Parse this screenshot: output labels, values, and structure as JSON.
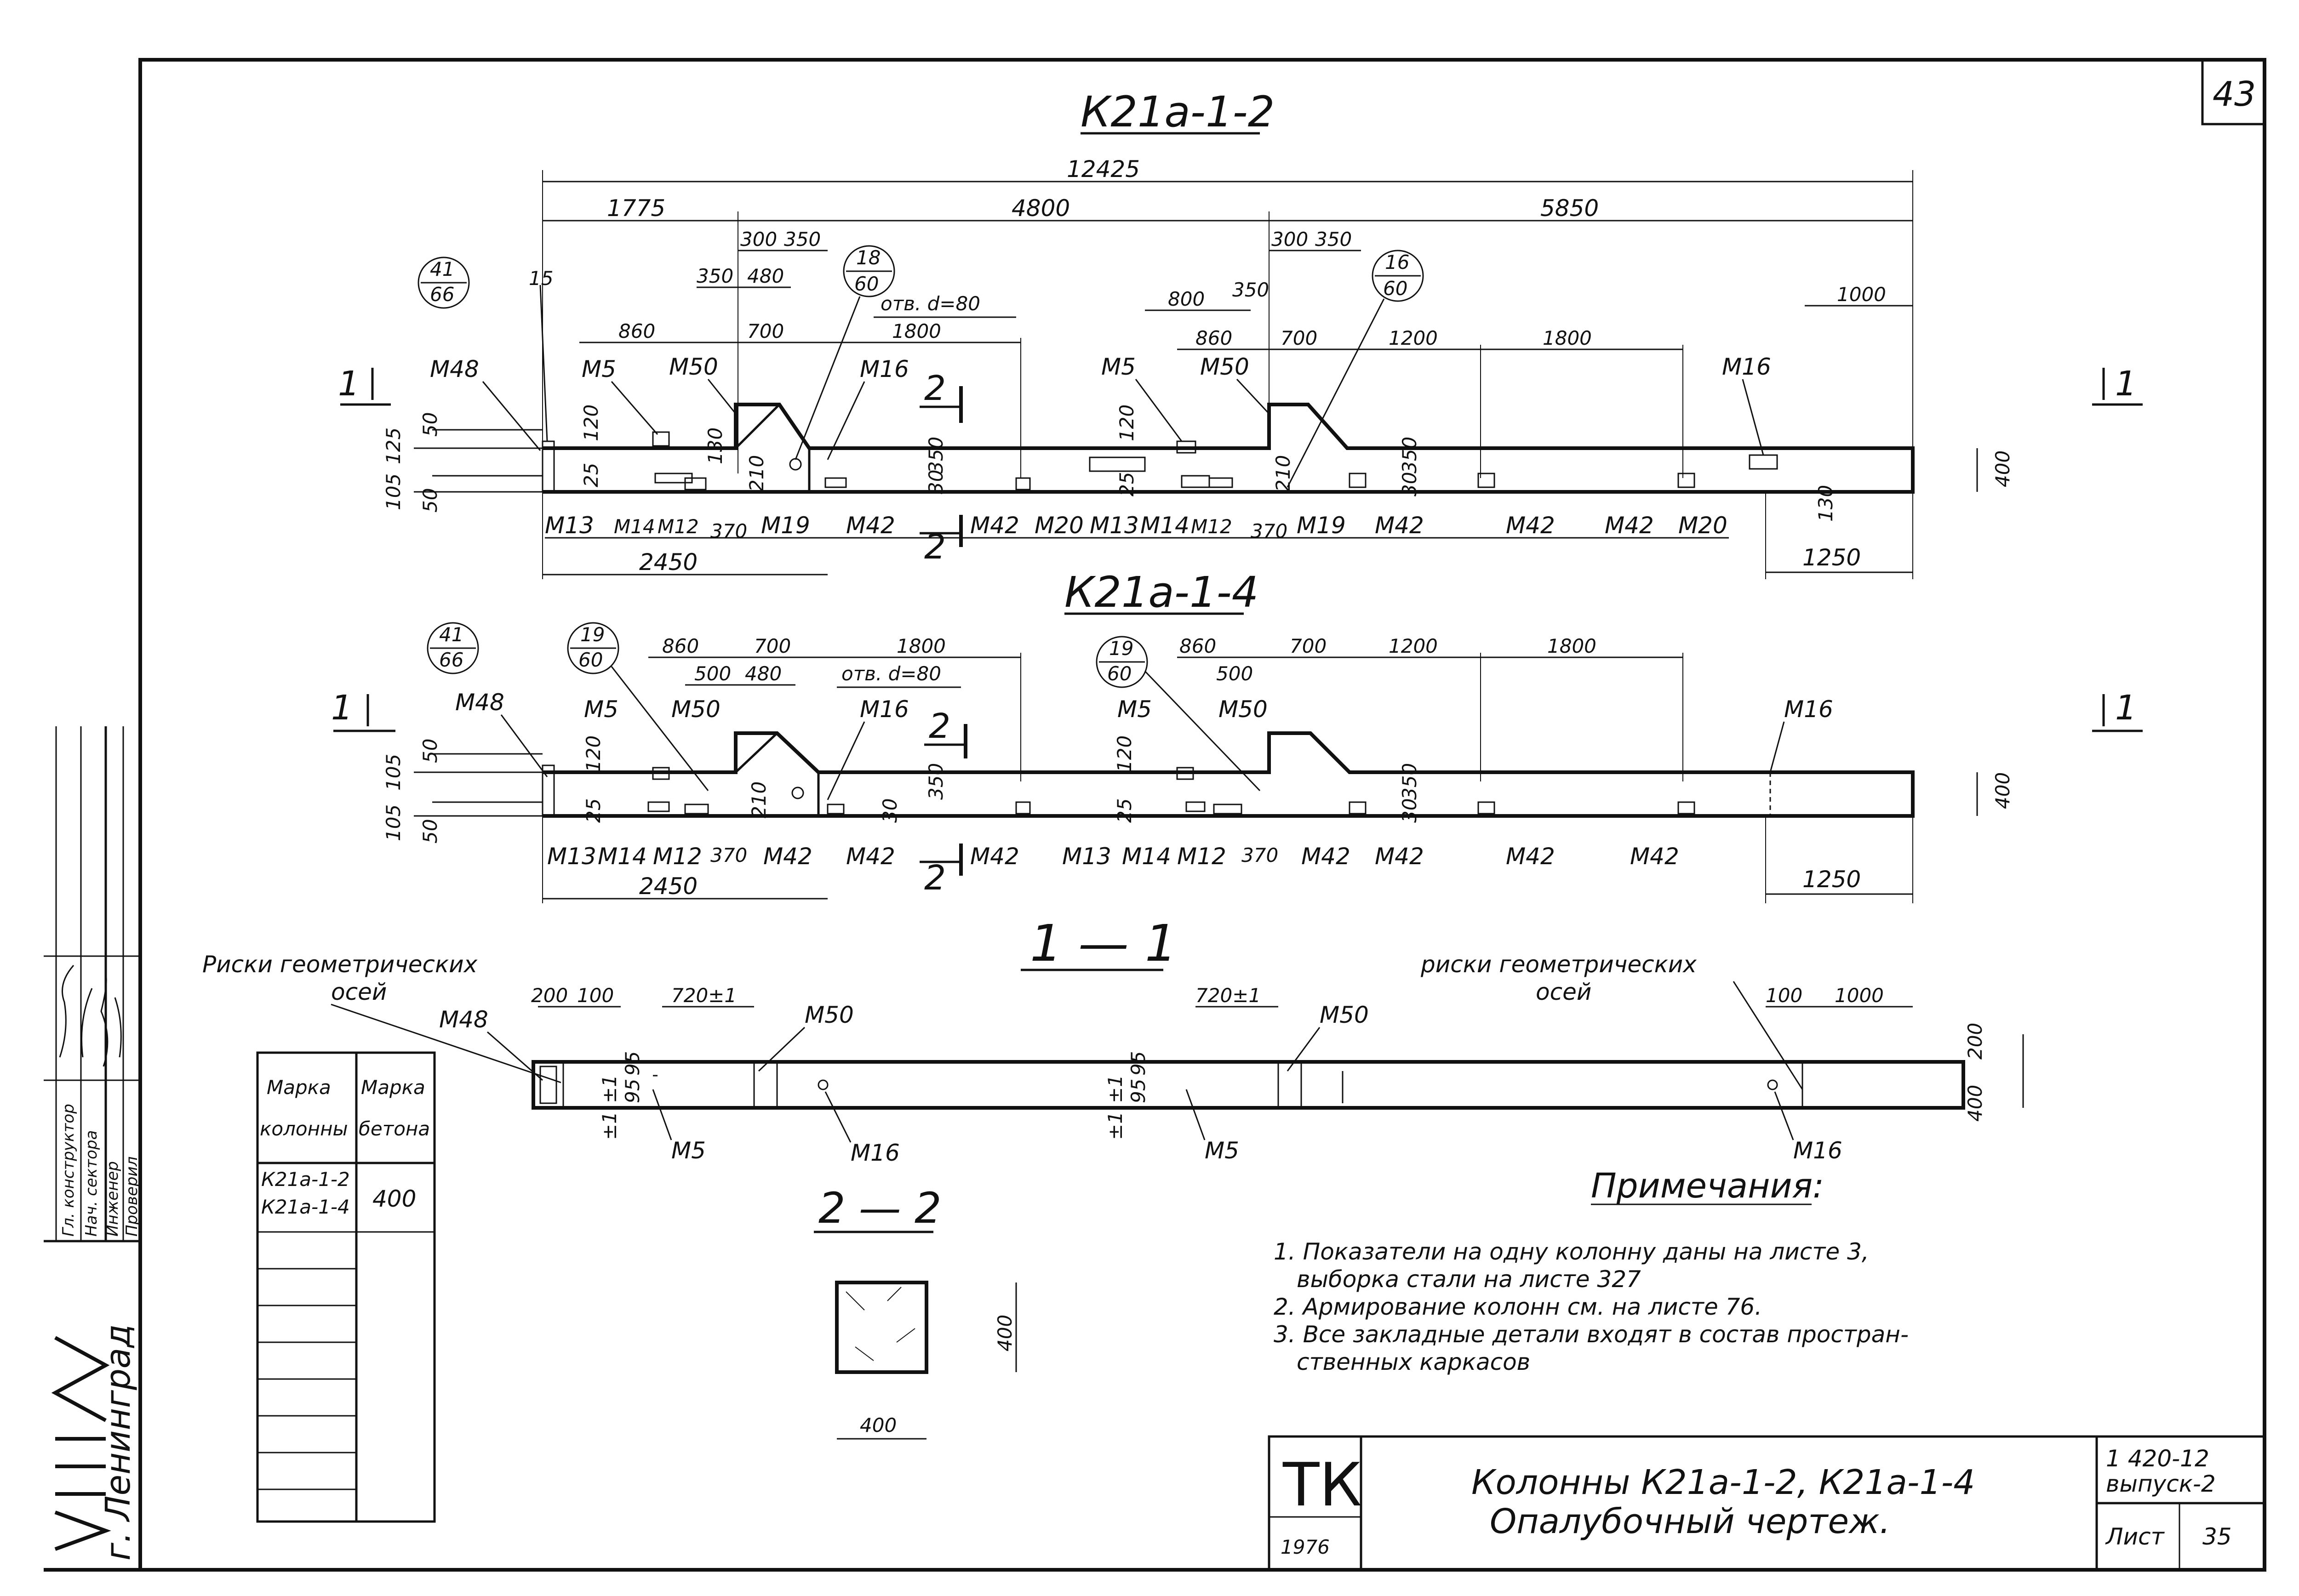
{
  "sheet": {
    "page_number": "43",
    "drawing_title": "Колонны К21а-1-2, К21а-1-4",
    "drawing_subtitle": "Опалубочный чертеж.",
    "tk_mark": "ТК",
    "year": "1976",
    "doc_code_1": "1 420-12",
    "doc_code_2": "выпуск-2",
    "list_label": "Лист",
    "list_number": "35",
    "org_logo": "ЛПИ",
    "city": "г. Ленинград"
  },
  "stamp": {
    "roles": [
      "Гл. конструктор",
      "Нач. сектора",
      "Инженер",
      "Проверил"
    ],
    "names": [
      "",
      "",
      "",
      ""
    ]
  },
  "view_a": {
    "title": "К21а-1-2",
    "total": "12425",
    "seg_1775": "1775",
    "seg_4800": "4800",
    "seg_5850": "5850",
    "d300a": "300",
    "d350a": "350",
    "d350b": "350",
    "d480": "480",
    "d860a": "860",
    "d700a": "700",
    "d1800a": "1800",
    "hole": "отв. d=80",
    "d800": "800",
    "d350c": "350",
    "d860b": "860",
    "d700b": "700",
    "d300b": "300",
    "d350d": "350",
    "d1200": "1200",
    "d1800b": "1800",
    "d1000": "1000",
    "d2450": "2450",
    "d1250": "1250",
    "d15": "15",
    "d125": "125",
    "d105": "105",
    "d50a": "50",
    "d50b": "50",
    "d120a": "120",
    "d120b": "120",
    "d25a": "25",
    "d25b": "25",
    "d130a": "130",
    "d130b": "130",
    "d210a": "210",
    "d210b": "210",
    "d350e": "350",
    "d350f": "350",
    "d30a": "30",
    "d30b": "30",
    "d370a": "370",
    "d370b": "370",
    "d400": "400",
    "circle1_top": "41",
    "circle1_bot": "66",
    "circle2_top": "18",
    "circle2_bot": "60",
    "circle3_top": "16",
    "circle3_bot": "60",
    "sec_mark": "1",
    "sec2_mark": "2",
    "m48": "М48",
    "m5a": "М5",
    "m50a": "М50",
    "m16a": "М16",
    "m5b": "М5",
    "m50b": "М50",
    "m16b": "М16",
    "m13a": "М13",
    "m14a": "М14",
    "m12a": "М12",
    "m19a": "М19",
    "m42a": "М42",
    "m42b": "М42",
    "m20a": "М20",
    "m13b": "М13",
    "m14b": "М14",
    "m12b": "М12",
    "m19b": "М19",
    "m42c": "М42",
    "m42d": "М42",
    "m42e": "М42",
    "m20b": "М20"
  },
  "view_b": {
    "title": "К21а-1-4",
    "circle1_top": "41",
    "circle1_bot": "66",
    "circle2_top": "19",
    "circle2_bot": "60",
    "circle3_top": "19",
    "circle3_bot": "60",
    "d860a": "860",
    "d700a": "700",
    "d1800a": "1800",
    "d500a": "500",
    "d480": "480",
    "hole": "отв. d=80",
    "d860b": "860",
    "d700b": "700",
    "d1200": "1200",
    "d1800b": "1800",
    "d500b": "500",
    "d2450": "2450",
    "d1250": "1250",
    "d105a": "105",
    "d105b": "105",
    "d50a": "50",
    "d50b": "50",
    "d120a": "120",
    "d120b": "120",
    "d25a": "25",
    "d25b": "25",
    "d210": "210",
    "d350a": "350",
    "d350b": "350",
    "d30a": "30",
    "d30b": "30",
    "d370a": "370",
    "d370b": "370",
    "d400": "400",
    "sec_mark": "1",
    "sec2_mark": "2",
    "m48": "М48",
    "m5a": "М5",
    "m50a": "М50",
    "m16a": "М16",
    "m5b": "М5",
    "m50b": "М50",
    "m16b": "М16",
    "m13a": "М13",
    "m14a": "М14",
    "m12a": "М12",
    "m42a": "М42",
    "m42b": "М42",
    "m42c": "М42",
    "m13b": "М13",
    "m14b": "М14",
    "m12b": "М12",
    "m42d": "М42",
    "m42e": "М42",
    "m42f": "М42",
    "m42g": "М42"
  },
  "section_1": {
    "title": "1 — 1",
    "axes_label_left_1": "Риски геометрических",
    "axes_label_left_2": "осей",
    "axes_label_right_1": "риски геометрических",
    "axes_label_right_2": "осей",
    "d200": "200",
    "d100a": "100",
    "d720a": "720±1",
    "d720b": "720±1",
    "d100b": "100",
    "d1000": "1000",
    "d200v": "200",
    "d400v": "400",
    "d95a": "95",
    "d95b": "95",
    "pm1a": "±1",
    "pm1b": "±1",
    "pm1c": "±1",
    "pm1d": "±1",
    "d95c": "95",
    "d95d": "95",
    "m48": "М48",
    "m50a": "М50",
    "m50b": "М50",
    "m5a": "М5",
    "m16a": "М16",
    "m5b": "М5",
    "m16b": "М16"
  },
  "section_2": {
    "title": "2 — 2",
    "w": "400",
    "h": "400"
  },
  "table": {
    "col1_line1": "Марка",
    "col1_line2": "колонны",
    "col2_line1": "Марка",
    "col2_line2": "бетона",
    "rows": [
      "К21а-1-2",
      "К21а-1-4"
    ],
    "concrete": "400"
  },
  "notes": {
    "heading": "Примечания:",
    "n1a": "1. Показатели на одну колонну даны на листе 3,",
    "n1b": "выборка стали на листе 327",
    "n2": "2. Армирование колонн см. на листе 76.",
    "n3a": "3. Все закладные детали входят в состав простран-",
    "n3b": "ственных каркасов"
  }
}
